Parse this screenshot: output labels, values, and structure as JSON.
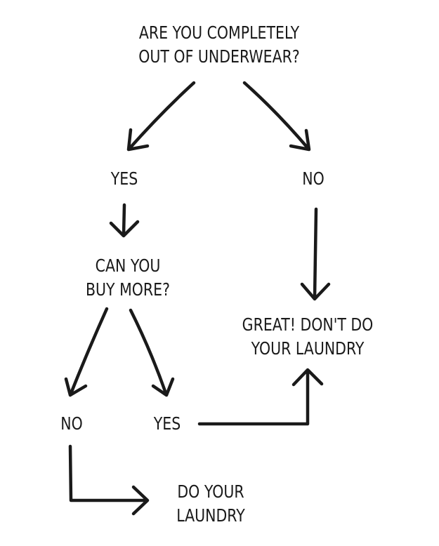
{
  "nodes": {
    "q1_line1": "ARE YOU COMPLETELY",
    "q1_line2": "OUT OF UNDERWEAR?",
    "yes1": "YES",
    "no1": "NO",
    "q2_line1": "CAN YOU",
    "q2_line2": "BUY MORE?",
    "great_line1": "GREAT! DON'T DO",
    "great_line2": "YOUR LAUNDRY",
    "no2": "NO",
    "yes2": "YES",
    "laundry_line1": "DO YOUR",
    "laundry_line2": "LAUNDRY"
  }
}
